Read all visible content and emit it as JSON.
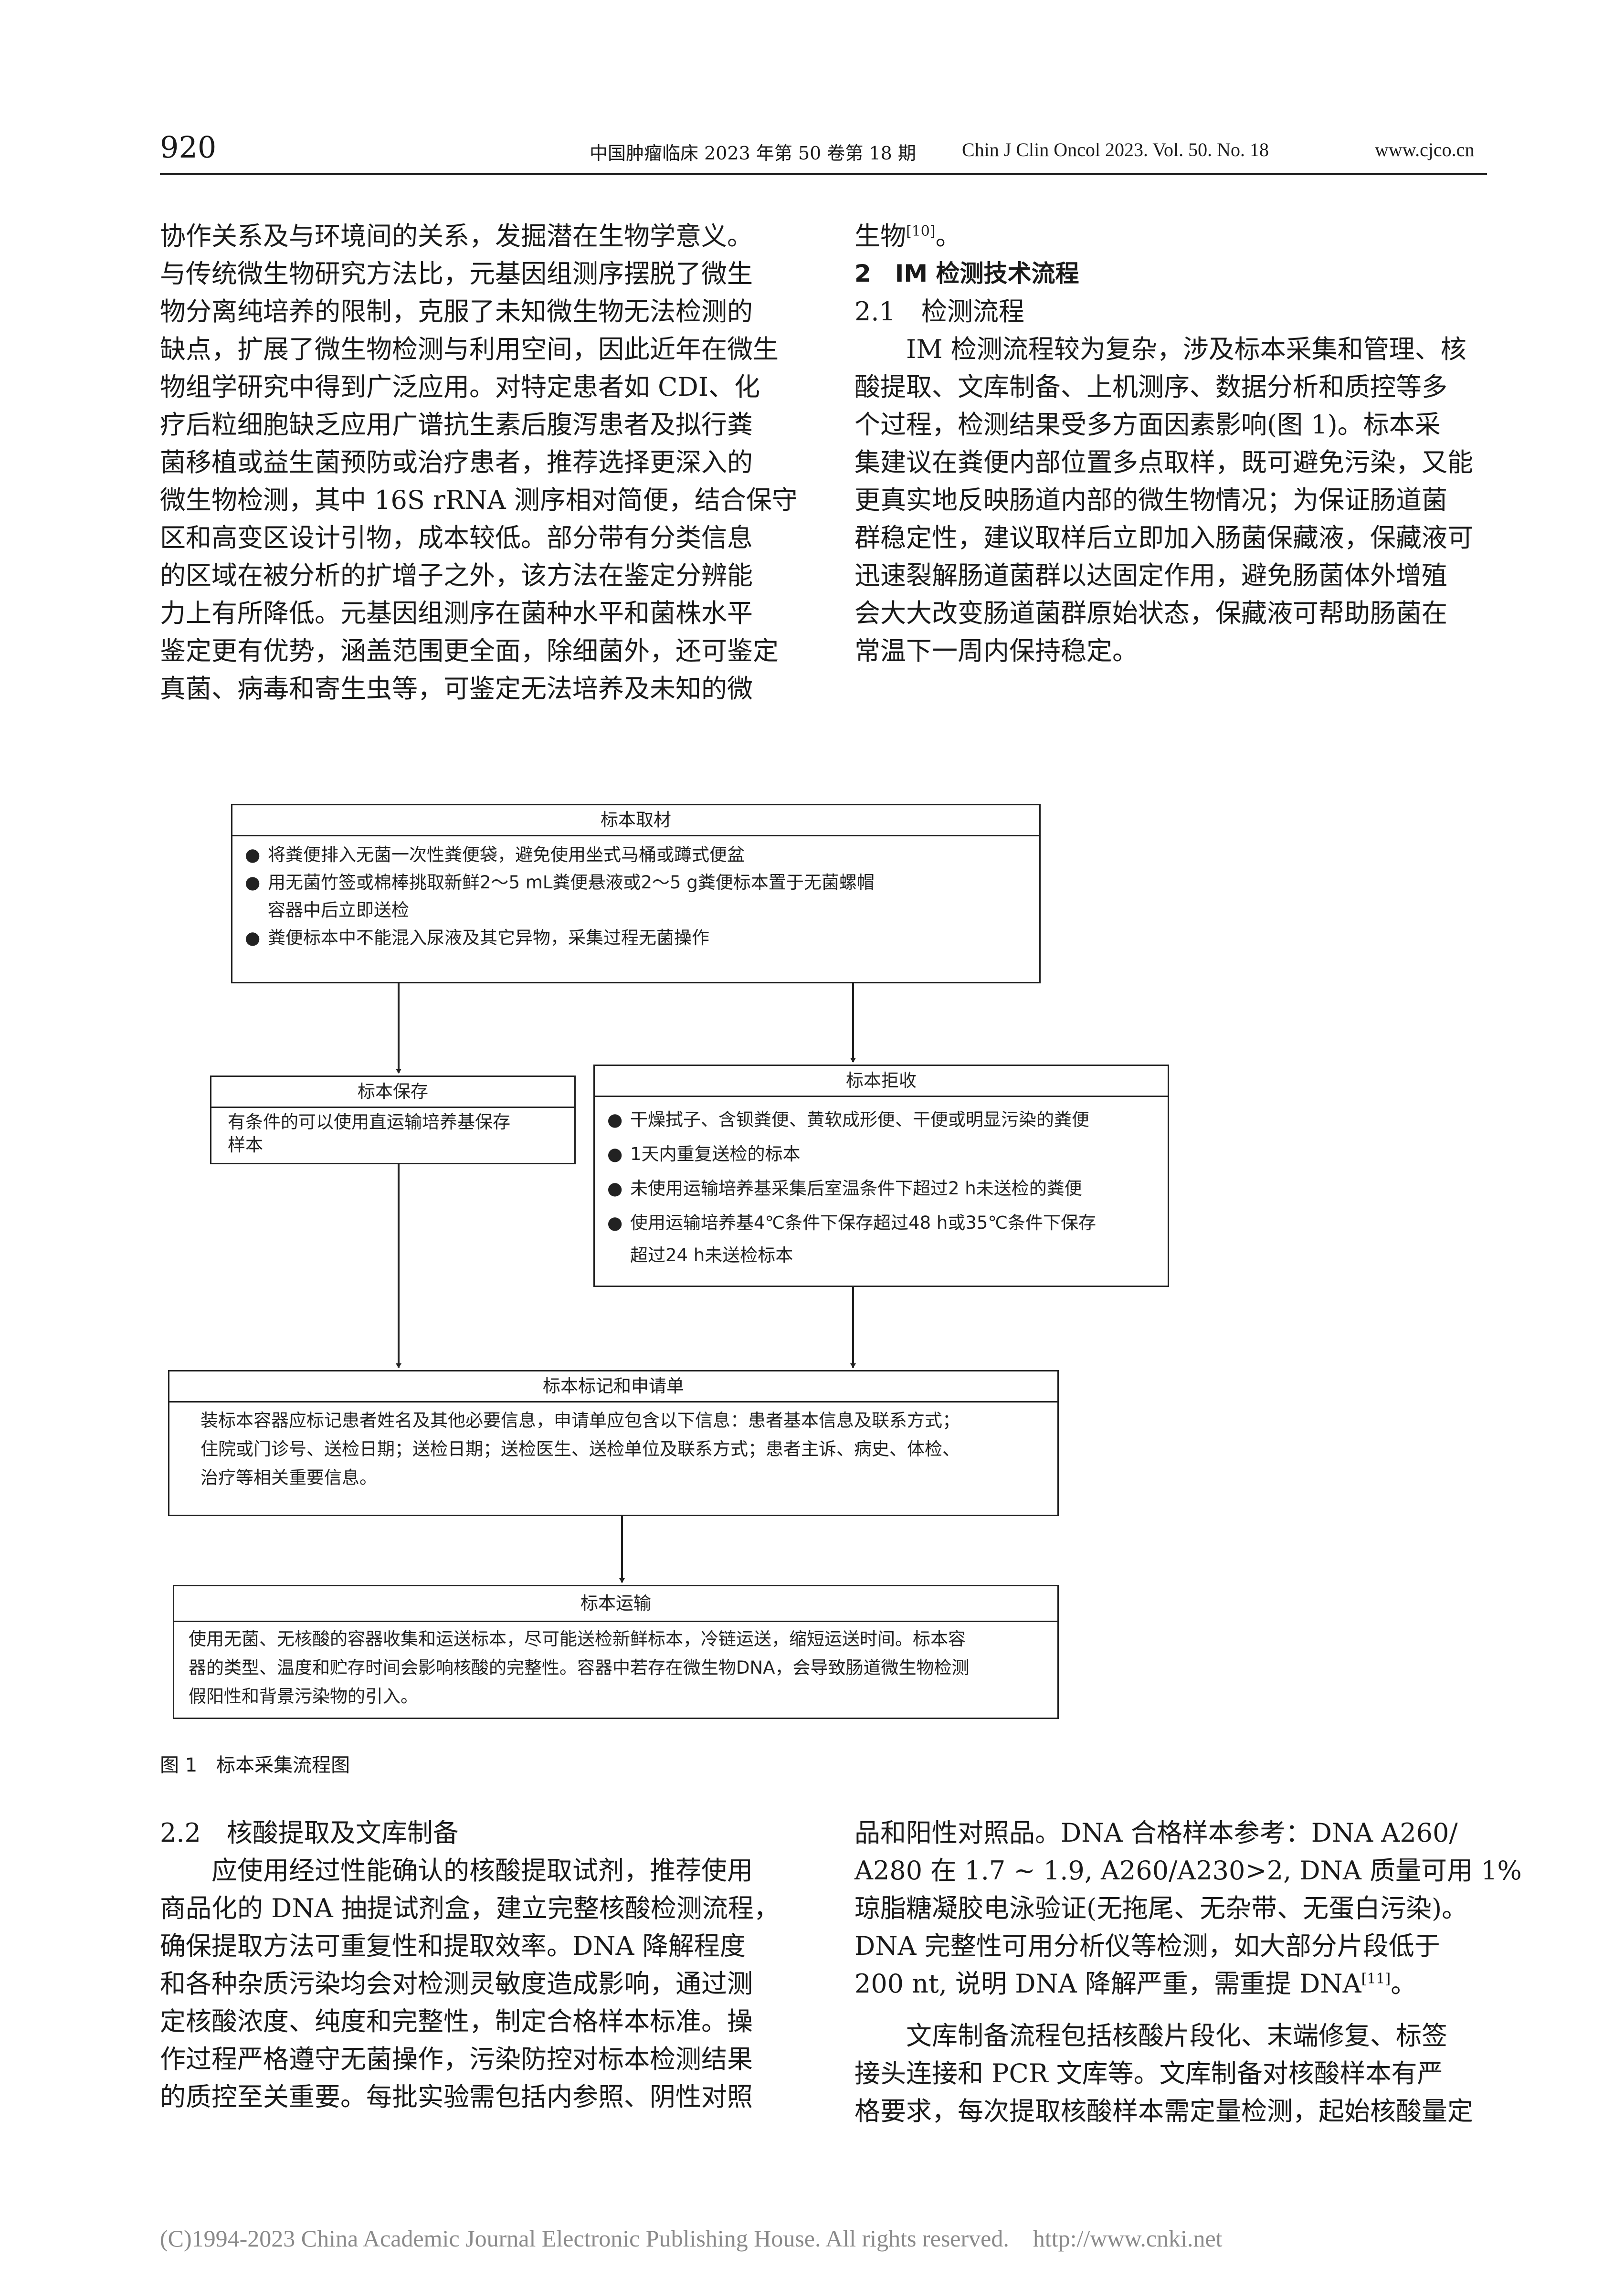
{
  "header": {
    "page_number": "920",
    "journal_cn": "中国肿瘤临床 2023 年第 50 卷第 18 期",
    "journal_en": "Chin J Clin Oncol 2023. Vol. 50. No. 18",
    "url": "www.cjco.cn"
  },
  "top_left": {
    "lines": [
      "协作关系及与环境间的关系，发掘潜在生物学意义。",
      "与传统微生物研究方法比，元基因组测序摆脱了微生",
      "物分离纯培养的限制，克服了未知微生物无法检测的",
      "缺点，扩展了微生物检测与利用空间，因此近年在微生",
      "物组学研究中得到广泛应用。对特定患者如 CDI、化",
      "疗后粒细胞缺乏应用广谱抗生素后腹泻患者及拟行粪",
      "菌移植或益生菌预防或治疗患者，推荐选择更深入的",
      "微生物检测，其中 16S rRNA 测序相对简便，结合保守",
      "区和高变区设计引物，成本较低。部分带有分类信息",
      "的区域在被分析的扩增子之外，该方法在鉴定分辨能",
      "力上有所降低。元基因组测序在菌种水平和菌株水平",
      "鉴定更有优势，涵盖范围更全面，除细菌外，还可鉴定",
      "真菌、病毒和寄生虫等，可鉴定无法培养及未知的微"
    ]
  },
  "top_right": {
    "first_line": "生物",
    "first_line_ref": "[10]",
    "first_line_end": "。",
    "section_heading": "2　IM 检测技术流程",
    "subsection_heading": "2.1　检测流程",
    "lines": [
      "IM 检测流程较为复杂，涉及标本采集和管理、核",
      "酸提取、文库制备、上机测序、数据分析和质控等多",
      "个过程，检测结果受多方面因素影响(图 1)。标本采",
      "集建议在粪便内部位置多点取样，既可避免污染，又能",
      "更真实地反映肠道内部的微生物情况；为保证肠道菌",
      "群稳定性，建议取样后立即加入肠菌保藏液，保藏液可",
      "迅速裂解肠道菌群以达固定作用，避免肠菌体外增殖",
      "会大大改变肠道菌群原始状态，保藏液可帮助肠菌在",
      "常温下一周内保持稳定。"
    ]
  },
  "flowchart": {
    "sampling": {
      "title": "标本取材",
      "items": [
        "将粪便排入无菌一次性粪便袋，避免使用坐式马桶或蹲式便盆",
        "用无菌竹签或棉棒挑取新鲜2～5 mL粪便悬液或2～5 g粪便标本置于无菌螺帽",
        "粪便标本中不能混入尿液及其它异物，采集过程无菌操作"
      ],
      "item2_cont": "容器中后立即送检"
    },
    "storage": {
      "title": "标本保存",
      "lines": [
        "有条件的可以使用直运输培养基保存",
        "样本"
      ]
    },
    "reject": {
      "title": "标本拒收",
      "items": [
        "干燥拭子、含钡粪便、黄软成形便、干便或明显污染的粪便",
        "1天内重复送检的标本",
        "未使用运输培养基采集后室温条件下超过2 h未送检的粪便",
        "使用运输培养基4℃条件下保存超过48 h或35℃条件下保存"
      ],
      "item4_cont": "超过24 h未送检标本"
    },
    "label": {
      "title": "标本标记和申请单",
      "lines": [
        "装标本容器应标记患者姓名及其他必要信息，申请单应包含以下信息：患者基本信息及联系方式；",
        "住院或门诊号、送检日期；送检日期；送检医生、送检单位及联系方式；患者主诉、病史、体检、",
        "治疗等相关重要信息。"
      ]
    },
    "transport": {
      "title": "标本运输",
      "lines": [
        "使用无菌、无核酸的容器收集和运送标本，尽可能送检新鲜标本，冷链运送，缩短运送时间。标本容",
        "器的类型、温度和贮存时间会影响核酸的完整性。容器中若存在微生物DNA，会导致肠道微生物检测",
        "假阳性和背景污染物的引入。"
      ]
    },
    "caption": "图 1　标本采集流程图"
  },
  "bottom_left": {
    "subsection_heading": "2.2　核酸提取及文库制备",
    "lines": [
      "应使用经过性能确认的核酸提取试剂，推荐使用",
      "商品化的 DNA 抽提试剂盒，建立完整核酸检测流程，",
      "确保提取方法可重复性和提取效率。DNA 降解程度",
      "和各种杂质污染均会对检测灵敏度造成影响，通过测",
      "定核酸浓度、纯度和完整性，制定合格样本标准。操",
      "作过程严格遵守无菌操作，污染防控对标本检测结果",
      "的质控至关重要。每批实验需包括内参照、阴性对照"
    ]
  },
  "bottom_right": {
    "lines_before": [
      "品和阳性对照品。DNA 合格样本参考：DNA A260/",
      "A280 在 1.7 ~ 1.9, A260/A230>2, DNA 质量可用 1%",
      "琼脂糖凝胶电泳验证(无拖尾、无杂带、无蛋白污染)。",
      "DNA 完整性可用分析仪等检测，如大部分片段低于"
    ],
    "ref_line": "200 nt, 说明 DNA 降解严重，需重提 DNA",
    "ref_line_ref": "[11]",
    "ref_line_end": "。",
    "lines_after": [
      "文库制备流程包括核酸片段化、末端修复、标签",
      "接头连接和 PCR 文库等。文库制备对核酸样本有严",
      "格要求，每次提取核酸样本需定量检测，起始核酸量定"
    ]
  },
  "footer": {
    "copyright": "(C)1994-2023 China Academic Journal Electronic Publishing House. All rights reserved.    http://www.cnki.net"
  }
}
